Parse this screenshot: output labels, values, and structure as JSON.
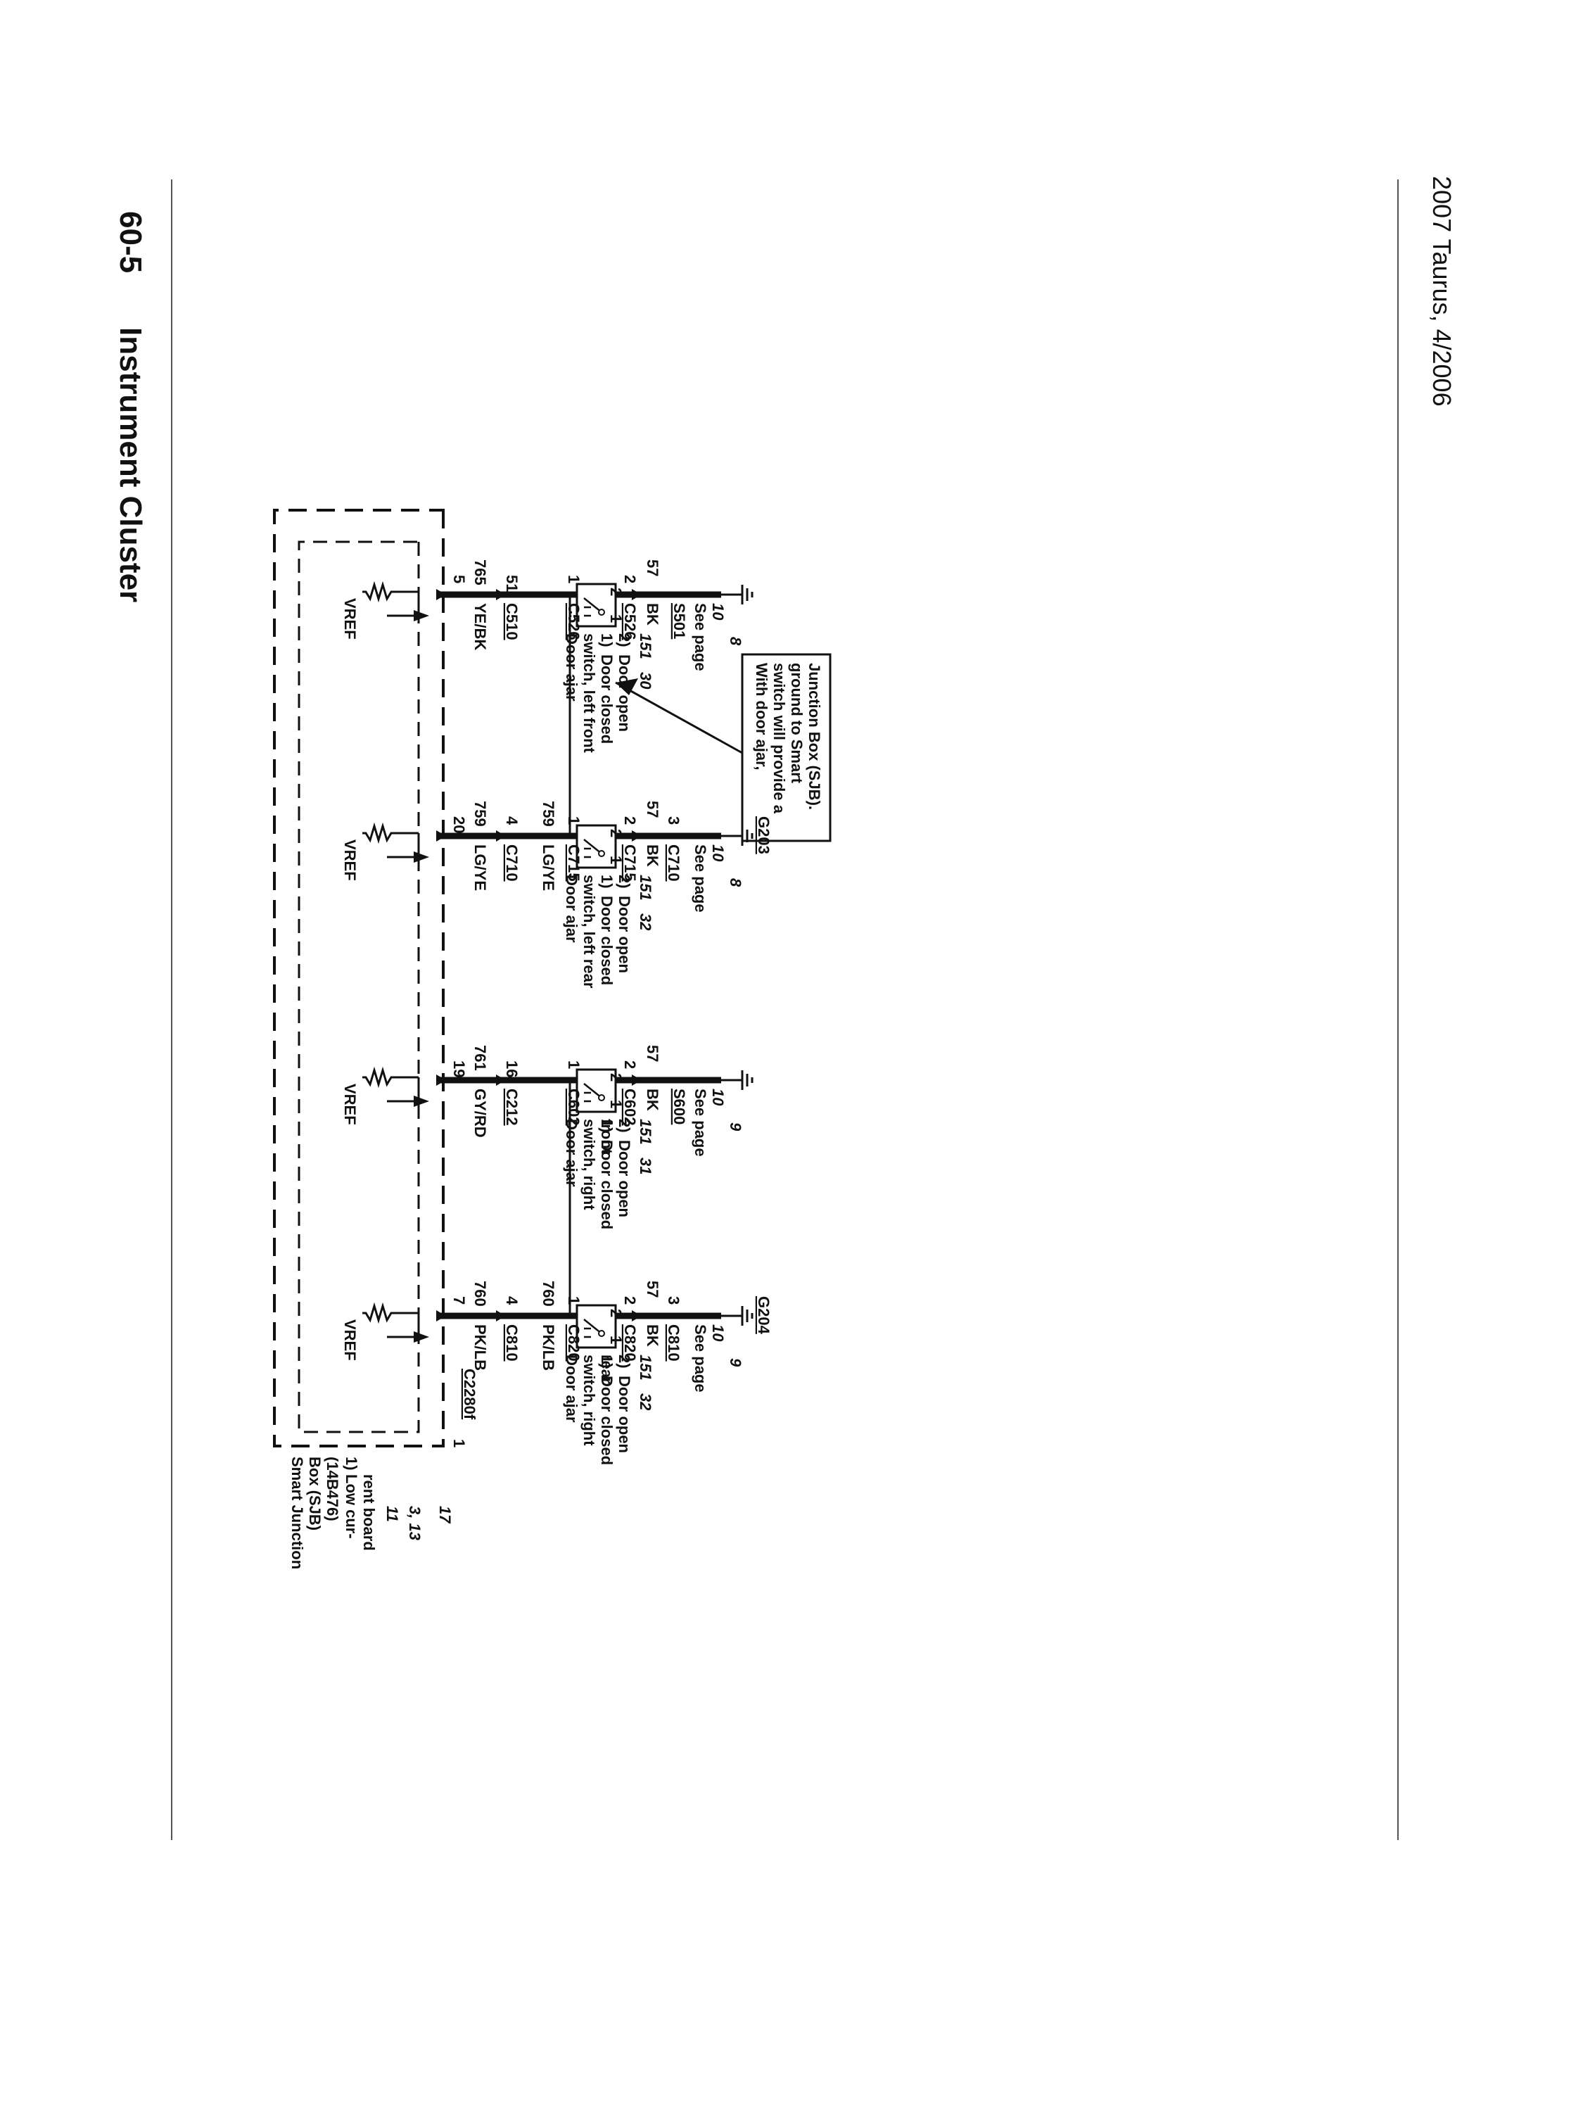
{
  "page": {
    "section_number": "60-5",
    "title": "Instrument Cluster",
    "footer": "2007 Taurus, 4/2006"
  },
  "sjb": {
    "name_lines": [
      "Smart Junction",
      "Box (SJB)",
      "(14B476)"
    ],
    "board_lines": [
      "1)",
      "Low cur-",
      "rent board"
    ],
    "refs": [
      "11",
      "3, 13",
      "17"
    ],
    "connector": "C2280f",
    "pin_tag": "1"
  },
  "note": {
    "lines": [
      "With door ajar,",
      "switch will provide a",
      "ground to Smart",
      "Junction Box (SJB)."
    ]
  },
  "circuits": [
    {
      "vref": "VREF",
      "sjb_pin": "5",
      "circuit": "765",
      "color": "YE/BK",
      "inline_pin": "51",
      "inline_connector": "C510",
      "lower_circuit": "",
      "lower_color": "",
      "switch_pin1": "1",
      "switch_connector": "C526",
      "switch_title": [
        "Door ajar",
        "switch, left front"
      ],
      "states": [
        "1)",
        "Door closed",
        "2)",
        "Door open"
      ],
      "state_ref_a": "151",
      "state_ref_b": "30",
      "switch_pin2": "2",
      "ground_connector": "C526",
      "sw_terminal_2": "2",
      "sw_terminal_1": "1",
      "ground_circuit": "57",
      "ground_color": "BK",
      "ground_extra_pin": "",
      "ground_extra_connector": "",
      "splice": "S501",
      "see_page": "See page",
      "see_page_refs": [
        "10",
        "8"
      ],
      "ground_point": ""
    },
    {
      "vref": "VREF",
      "sjb_pin": "20",
      "circuit": "759",
      "color": "LG/YE",
      "inline_pin": "4",
      "inline_connector": "C710",
      "lower_circuit": "759",
      "lower_color": "LG/YE",
      "switch_pin1": "1",
      "switch_connector": "C715",
      "switch_title": [
        "Door ajar",
        "switch, left rear"
      ],
      "states": [
        "1)",
        "Door closed",
        "2)",
        "Door open"
      ],
      "state_ref_a": "151",
      "state_ref_b": "32",
      "switch_pin2": "2",
      "ground_connector": "C715",
      "sw_terminal_2": "2",
      "sw_terminal_1": "1",
      "ground_circuit": "57",
      "ground_color": "BK",
      "ground_extra_pin": "3",
      "ground_extra_connector": "C710",
      "splice": "",
      "see_page": "See page",
      "see_page_refs": [
        "10",
        "8"
      ],
      "ground_point": "G203"
    },
    {
      "vref": "VREF",
      "sjb_pin": "19",
      "circuit": "761",
      "color": "GY/RD",
      "inline_pin": "16",
      "inline_connector": "C212",
      "lower_circuit": "",
      "lower_color": "",
      "switch_pin1": "1",
      "switch_connector": "C602",
      "switch_title": [
        "Door ajar",
        "switch, right",
        "front"
      ],
      "states": [
        "1)",
        "Door closed",
        "2)",
        "Door open"
      ],
      "state_ref_a": "151",
      "state_ref_b": "31",
      "switch_pin2": "2",
      "ground_connector": "C602",
      "sw_terminal_2": "2",
      "sw_terminal_1": "1",
      "ground_circuit": "57",
      "ground_color": "BK",
      "ground_extra_pin": "",
      "ground_extra_connector": "",
      "splice": "S600",
      "see_page": "See page",
      "see_page_refs": [
        "10",
        "9"
      ],
      "ground_point": ""
    },
    {
      "vref": "VREF",
      "sjb_pin": "7",
      "circuit": "760",
      "color": "PK/LB",
      "inline_pin": "4",
      "inline_connector": "C810",
      "lower_circuit": "760",
      "lower_color": "PK/LB",
      "switch_pin1": "1",
      "switch_connector": "C820",
      "switch_title": [
        "Door ajar",
        "switch, right",
        "rear"
      ],
      "states": [
        "1)",
        "Door closed",
        "2)",
        "Door open"
      ],
      "state_ref_a": "151",
      "state_ref_b": "32",
      "switch_pin2": "2",
      "ground_connector": "C820",
      "sw_terminal_2": "2",
      "sw_terminal_1": "1",
      "ground_circuit": "57",
      "ground_color": "BK",
      "ground_extra_pin": "3",
      "ground_extra_connector": "C810",
      "splice": "",
      "see_page": "See page",
      "see_page_refs": [
        "10",
        "9"
      ],
      "ground_point": "G204"
    }
  ]
}
